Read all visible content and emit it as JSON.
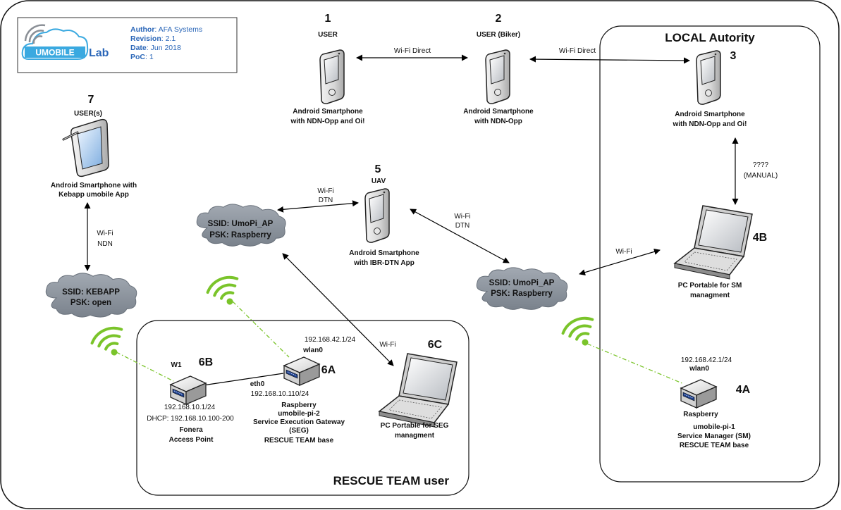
{
  "header": {
    "logo_text": "UMOBILE",
    "logo_lab": "Lab",
    "author_label": "Author",
    "author": ": AFA Systems",
    "revision_label": "Revision",
    "revision": ": 2.1",
    "date_label": "Date",
    "date": ": Jun 2018",
    "poc_label": "PoC",
    "poc": ": 1"
  },
  "regions": {
    "local_authority": "LOCAL Autority",
    "rescue_team": "RESCUE TEAM user"
  },
  "nodes": {
    "n1": {
      "number": "1",
      "role": "USER",
      "line1": "Android Smartphone",
      "line2": "with NDN-Opp and Oi!"
    },
    "n2": {
      "number": "2",
      "role": "USER (Biker)",
      "line1": "Android Smartphone",
      "line2": "with NDN-Opp"
    },
    "n3": {
      "number": "3",
      "line1": "Android Smartphone",
      "line2": "with NDN-Opp and Oi!"
    },
    "n4b": {
      "number": "4B",
      "line1": "PC Portable for SM",
      "line2": "managment"
    },
    "n4a": {
      "number": "4A",
      "ip": "192.168.42.1/24",
      "iface": "wlan0",
      "line1": "Raspberry",
      "line2": "umobile-pi-1",
      "line3": "Service Manager (SM)",
      "line4": "RESCUE TEAM base"
    },
    "n5": {
      "number": "5",
      "role": "UAV",
      "line1": "Android Smartphone",
      "line2": "with IBR-DTN App"
    },
    "n6a": {
      "number": "6A",
      "ip_wlan": "192.168.42.1/24",
      "iface_wlan": "wlan0",
      "iface_eth": "eth0",
      "ip_eth": "192.168.10.110/24",
      "line1": "Raspberry",
      "line2": "umobile-pi-2",
      "line3": "Service Execution Gateway",
      "line4": "(SEG)",
      "line5": "RESCUE TEAM base"
    },
    "n6b": {
      "number": "6B",
      "tag": "W1",
      "ip": "192.168.10.1/24",
      "dhcp": "DHCP: 192.168.10.100-200",
      "line1": "Fonera",
      "line2": "Access Point"
    },
    "n6c": {
      "number": "6C",
      "line1": "PC Portable for SEG",
      "line2": "managment"
    },
    "n7": {
      "number": "7",
      "role": "USER(s)",
      "line1": "Android Smartphone with",
      "line2": "Kebapp umobile App"
    }
  },
  "clouds": {
    "umopi_left": {
      "ssid": "SSID: UmoPi_AP",
      "psk": "PSK: Raspberry"
    },
    "umopi_right": {
      "ssid": "SSID: UmoPi_AP",
      "psk": "PSK: Raspberry"
    },
    "kebapp": {
      "ssid": "SSID: KEBAPP",
      "psk": "PSK: open"
    }
  },
  "links": {
    "l12": "Wi-Fi Direct",
    "l23": "Wi-Fi Direct",
    "l34b_1": "????",
    "l34b_2": "(MANUAL)",
    "l4b_cloud": "Wi-Fi",
    "l5_left_1": "Wi-Fi",
    "l5_left_2": "DTN",
    "l5_right_1": "Wi-Fi",
    "l5_right_2": "DTN",
    "l6c": "Wi-Fi",
    "l7_1": "Wi-Fi",
    "l7_2": "NDN"
  },
  "colors": {
    "wifi_green": "#7ac42a",
    "cloud_fill": "#8a929c",
    "logo_blue": "#2a66b8",
    "logo_cyan": "#3aa9e0"
  }
}
